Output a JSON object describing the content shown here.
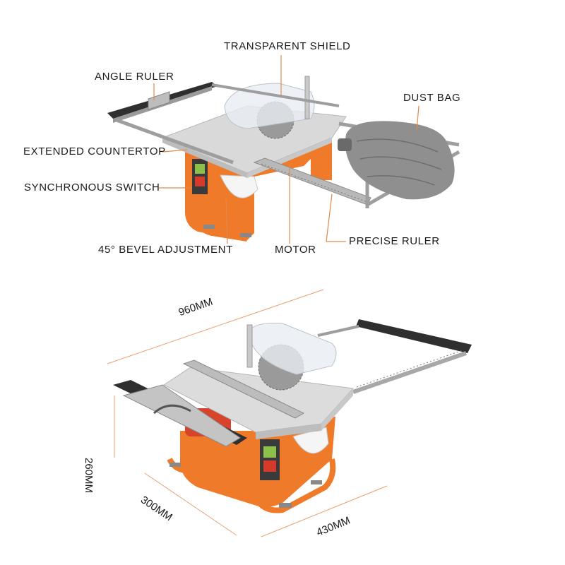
{
  "callouts": {
    "transparent_shield": "TRANSPARENT SHIELD",
    "angle_ruler": "ANGLE RULER",
    "dust_bag": "DUST BAG",
    "extended_countertop": "EXTENDED COUNTERTOP",
    "synchronous_switch": "SYNCHRONOUS SWITCH",
    "bevel_adjustment": "45° BEVEL ADJUSTMENT",
    "motor": "MOTOR",
    "precise_ruler": "PRECISE RULER"
  },
  "dimensions": {
    "length": "960MM",
    "height": "260MM",
    "depth": "300MM",
    "width": "430MM"
  },
  "colors": {
    "orange": "#ef7a2a",
    "table_top": "#d9d9d9",
    "dust_bag": "#8f8f8f",
    "leader_line": "#e08a4a",
    "dimension_line": "#e8a070"
  }
}
